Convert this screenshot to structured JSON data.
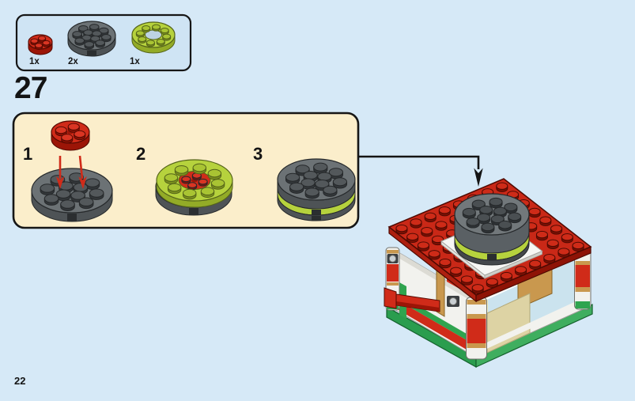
{
  "page": {
    "number": "22"
  },
  "step": {
    "number": "27"
  },
  "parts_box": {
    "parts": [
      {
        "qty": "1x",
        "name": "red-2x2-round-plate"
      },
      {
        "qty": "2x",
        "name": "dark-gray-4x4-round-plate"
      },
      {
        "qty": "1x",
        "name": "lime-4x4-round-ring-plate"
      }
    ]
  },
  "substeps": {
    "labels": [
      "1",
      "2",
      "3"
    ]
  },
  "colors": {
    "background": "#d6e9f7",
    "parts_fill": "#cfe4f4",
    "cream": "#fbeecb",
    "box_stroke": "#161616",
    "black": "#141414",
    "outline": "#26292b",
    "notch": "#2b2e30",
    "white": "#ffffff",
    "red_top": "#d02b19",
    "red_side": "#9c1507",
    "red_stud": "#d93523",
    "red_stud_side": "#8c1105",
    "red_stroke": "#540a02",
    "roof_top": "#c92817",
    "roof_left": "#ad2010",
    "roof_right": "#8e1306",
    "roof_stud": "#ce2b18",
    "roof_stud_side": "#7c1004",
    "roof_stroke": "#4e0a02",
    "gray_top": "#6c7275",
    "gray_side": "#4e5356",
    "gray_stud": "#53585b",
    "gray_stud_side": "#33373a",
    "tt_top": "#72787b",
    "tt_side": "#5a6064",
    "tt_base": "#44484b",
    "tt_stud": "#4a4f52",
    "tt_stud_side": "#2e3235",
    "lime_top": "#b6d23d",
    "lime_side": "#93ab27",
    "lime_stud": "#a9c433",
    "lime_stud_side": "#7d921e",
    "lime_stroke": "#55641a",
    "lime_hole": "#bdd3e4",
    "green_left": "#2a9d4e",
    "green_right": "#3fae5f",
    "green_trim": "#2fa44f",
    "green_stroke": "#14602c",
    "gold": "#c9984e",
    "gold_dark": "#8a6526",
    "wall_white": "#f2f2ee",
    "wall_shadow": "#dcdbd4",
    "wall_stroke": "#9c9c97",
    "column_stroke": "#71716c",
    "glass": "#c9e3ee",
    "glass_hi": "#f4eebc",
    "counter": "#ddd3a4",
    "counter_stroke": "#b3a878",
    "metal": "#c9cfd2",
    "metal_dark": "#3a3e41",
    "plat_left": "#e6e6e1",
    "plat_right": "#cfcfc8",
    "plat_top": "#f7f7f4",
    "plat_stroke": "#a5a5a0",
    "arrow_red": "#d02b19"
  }
}
